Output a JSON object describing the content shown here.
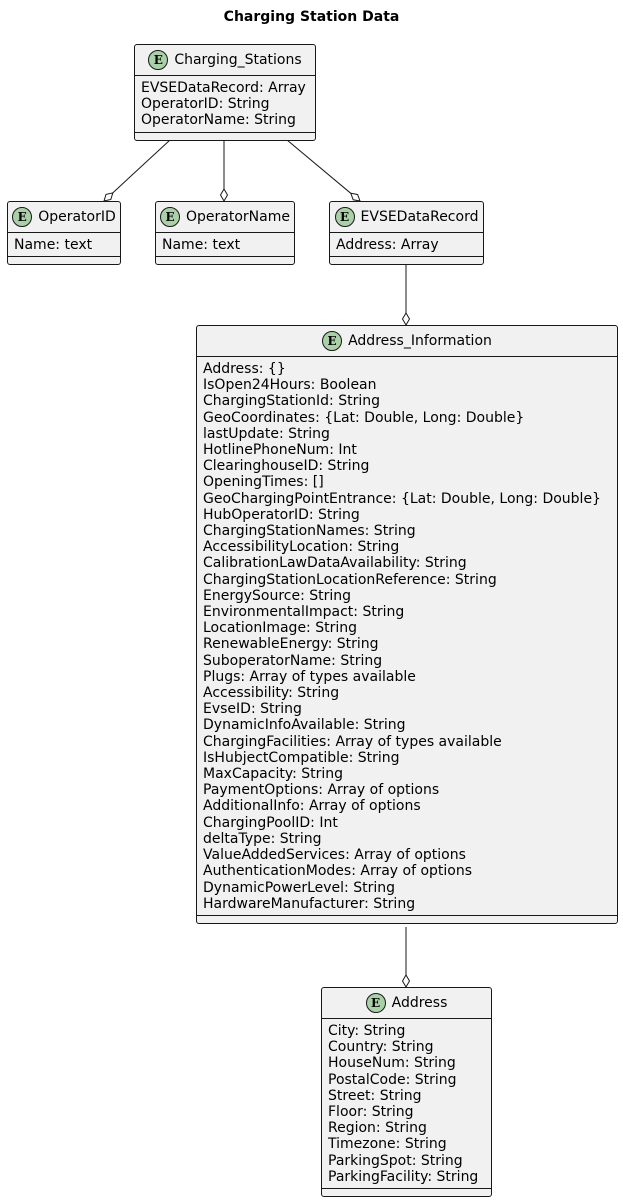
{
  "diagram_title": "Charging Station Data",
  "entities": {
    "charging_stations": {
      "badge": "E",
      "name": "Charging_Stations",
      "attributes": [
        "EVSEDataRecord: Array",
        "OperatorID: String",
        "OperatorName: String"
      ]
    },
    "operator_id": {
      "badge": "E",
      "name": "OperatorID",
      "attributes": [
        "Name: text"
      ]
    },
    "operator_name": {
      "badge": "E",
      "name": "OperatorName",
      "attributes": [
        "Name: text"
      ]
    },
    "evse_data_record": {
      "badge": "E",
      "name": "EVSEDataRecord",
      "attributes": [
        "Address: Array"
      ]
    },
    "address_information": {
      "badge": "E",
      "name": "Address_Information",
      "attributes": [
        "Address: {}",
        "IsOpen24Hours: Boolean",
        "ChargingStationId: String",
        "GeoCoordinates: {Lat: Double, Long: Double}",
        "lastUpdate: String",
        "HotlinePhoneNum: Int",
        "ClearinghouseID: String",
        "OpeningTimes: []",
        "GeoChargingPointEntrance: {Lat: Double, Long: Double}",
        "HubOperatorID: String",
        "ChargingStationNames: String",
        "AccessibilityLocation: String",
        "CalibrationLawDataAvailability: String",
        "ChargingStationLocationReference: String",
        "EnergySource: String",
        "EnvironmentalImpact: String",
        "LocationImage: String",
        "RenewableEnergy: String",
        "SuboperatorName: String",
        "Plugs: Array of types available",
        "Accessibility: String",
        "EvseID: String",
        "DynamicInfoAvailable: String",
        "ChargingFacilities: Array of types available",
        "IsHubjectCompatible: String",
        "MaxCapacity: String",
        "PaymentOptions: Array of options",
        "AdditionalInfo: Array of options",
        "ChargingPoolID: Int",
        "deltaType: String",
        "ValueAddedServices: Array of options",
        "AuthenticationModes: Array of options",
        "DynamicPowerLevel: String",
        "HardwareManufacturer: String"
      ]
    },
    "address": {
      "badge": "E",
      "name": "Address",
      "attributes": [
        "City: String",
        "Country: String",
        "HouseNum: String",
        "PostalCode: String",
        "Street: String",
        "Floor: String",
        "Region: String",
        "Timezone: String",
        "ParkingSpot: String",
        "ParkingFacility: String"
      ]
    }
  },
  "relations": [
    {
      "from": "charging_stations",
      "to": "operator_id",
      "type": "aggregation"
    },
    {
      "from": "charging_stations",
      "to": "operator_name",
      "type": "aggregation"
    },
    {
      "from": "charging_stations",
      "to": "evse_data_record",
      "type": "aggregation"
    },
    {
      "from": "evse_data_record",
      "to": "address_information",
      "type": "aggregation"
    },
    {
      "from": "address_information",
      "to": "address",
      "type": "aggregation"
    }
  ],
  "colors": {
    "entity_fill": "#f1f1f1",
    "badge_fill": "#a9d0a7",
    "border": "#181818"
  }
}
